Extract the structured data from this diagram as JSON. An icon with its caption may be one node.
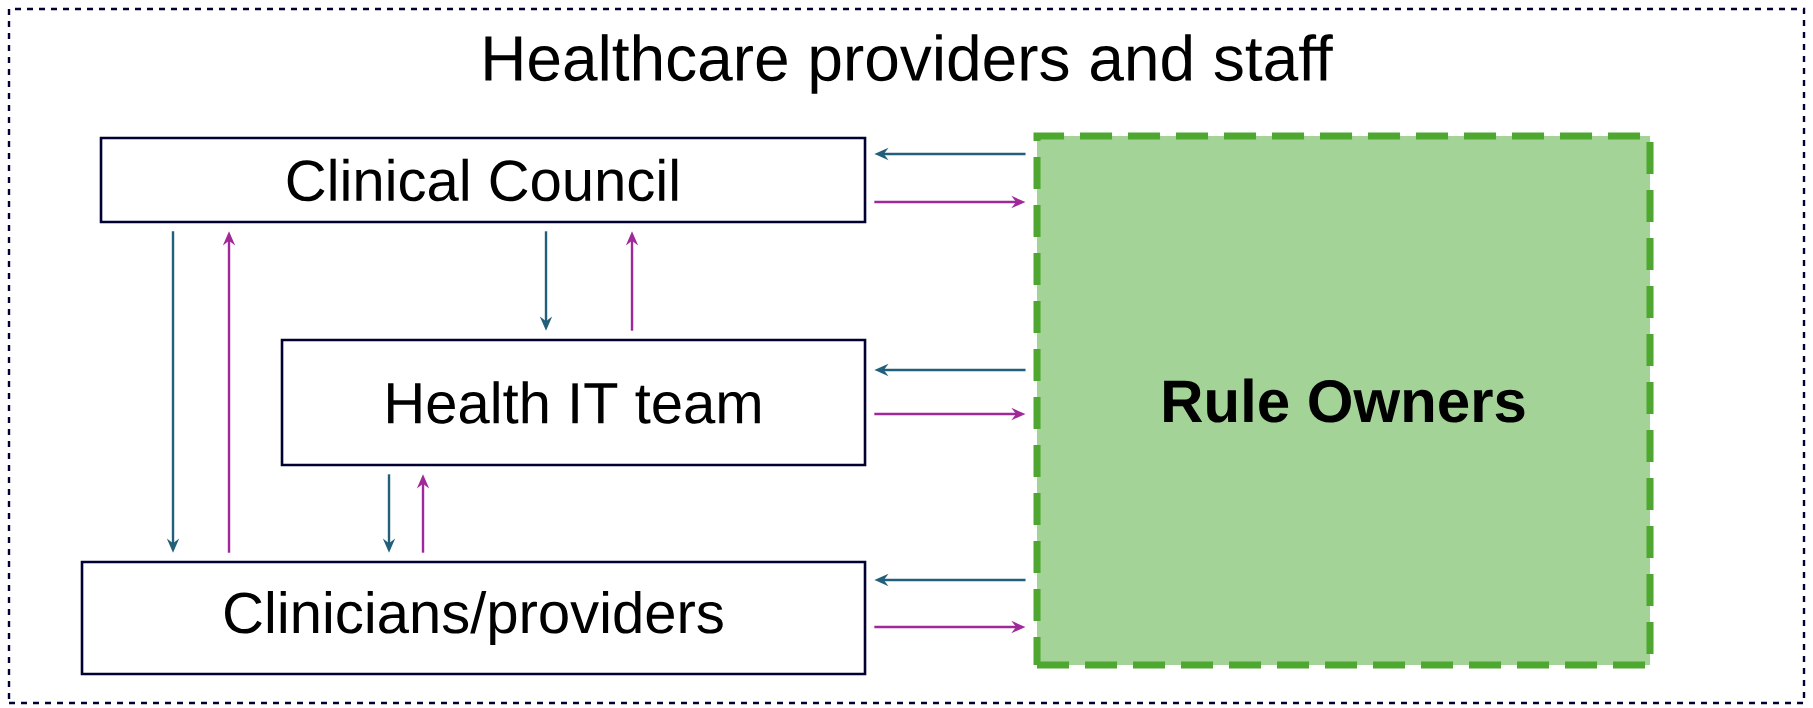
{
  "diagram": {
    "nodes": [
      {
        "text": [
          "Healthcare providers and staff"
        ]
      },
      {
        "text": [
          "Clinical Council"
        ],
        "in": 0
      },
      {
        "text": [
          "Health IT team"
        ],
        "in": 0
      },
      {
        "text": [
          "Clinicians/providers"
        ],
        "in": 0
      },
      {
        "text": [
          "Rule Owners"
        ],
        "in": 0
      }
    ],
    "edges": [
      {
        "from": 4,
        "to": 1,
        "arrow": "to"
      },
      {
        "from": 1,
        "to": 4,
        "arrow": "to",
        "color": "#a0299a"
      },
      {
        "from": 4,
        "to": 2,
        "arrow": "to"
      },
      {
        "from": 2,
        "to": 4,
        "arrow": "to",
        "color": "#a0299a"
      },
      {
        "from": 4,
        "to": 3,
        "arrow": "to"
      },
      {
        "from": 3,
        "to": 4,
        "arrow": "to",
        "color": "#a0299a"
      },
      {
        "from": 1,
        "to": 3,
        "arrow": "to"
      },
      {
        "from": 3,
        "to": 1,
        "arrow": "to",
        "color": "#a0299a"
      },
      {
        "from": 1,
        "to": 2,
        "arrow": "to"
      },
      {
        "from": 2,
        "to": 1,
        "arrow": "to",
        "color": "#a0299a"
      },
      {
        "from": 2,
        "to": 3,
        "arrow": "to"
      },
      {
        "from": 3,
        "to": 2,
        "arrow": "to",
        "color": "#a0299a"
      }
    ]
  }
}
